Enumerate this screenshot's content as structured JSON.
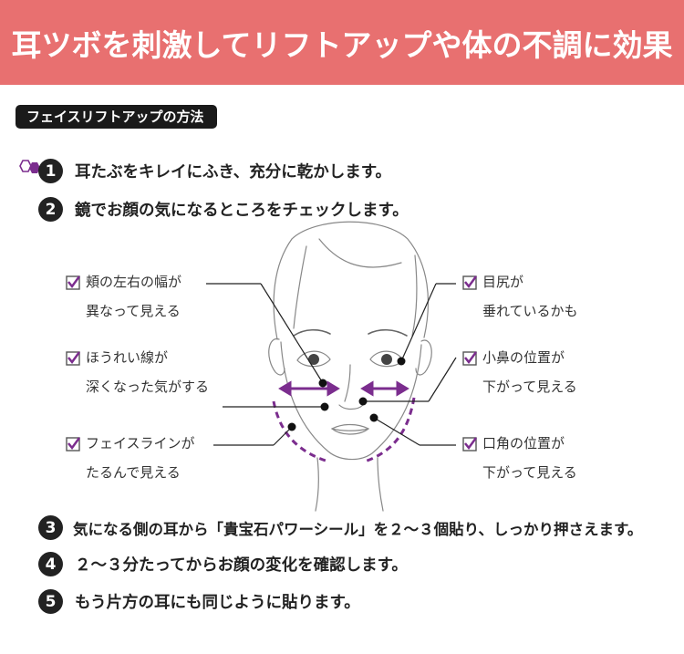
{
  "header": {
    "title": "耳ツボを刺激してリフトアップや体の不調に効果"
  },
  "section": {
    "label": "フェイスリフトアップの方法"
  },
  "steps": [
    {
      "num": "1",
      "text": "耳たぶをキレイにふき、充分に乾かします。"
    },
    {
      "num": "2",
      "text": "鏡でお顔の気になるところをチェックします。"
    },
    {
      "num": "3",
      "text": "気になる側の耳から「貴宝石パワーシール」を２〜３個貼り、しっかり押さえます。"
    },
    {
      "num": "4",
      "text": "２〜３分たってからお顔の変化を確認します。"
    },
    {
      "num": "5",
      "text": "もう片方の耳にも同じように貼ります。"
    }
  ],
  "checks": {
    "left": [
      {
        "line1": "頬の左右の幅が",
        "line2": "異なって見える"
      },
      {
        "line1": "ほうれい線が",
        "line2": "深くなった気がする"
      },
      {
        "line1": "フェイスラインが",
        "line2": "たるんで見える"
      }
    ],
    "right": [
      {
        "line1": "目尻が",
        "line2": "垂れているかも"
      },
      {
        "line1": "小鼻の位置が",
        "line2": "下がって見える"
      },
      {
        "line1": "口角の位置が",
        "line2": "下がって見える"
      }
    ]
  },
  "colors": {
    "banner": "#e87070",
    "accent": "#7b2d8e",
    "number_bg": "#222222"
  }
}
